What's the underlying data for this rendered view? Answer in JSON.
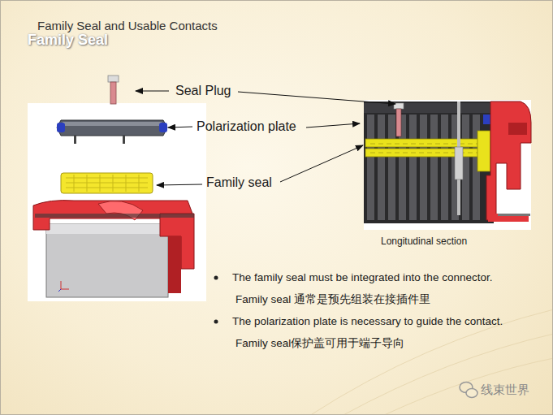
{
  "diagram": {
    "title": "Family Seal and Usable Contacts",
    "labels": [
      "Family Seal",
      "Seal Plug",
      "Polarization plate",
      "Family seal",
      "Longitudinal section",
      "The family seal must be integrated into the connector.",
      "Family seal 通常是预先组装在接插件里",
      "The polarization plate is necessary to guide the contact.",
      "Family seal保护盖可用于端子导向",
      "线束世界"
    ]
  }
}
